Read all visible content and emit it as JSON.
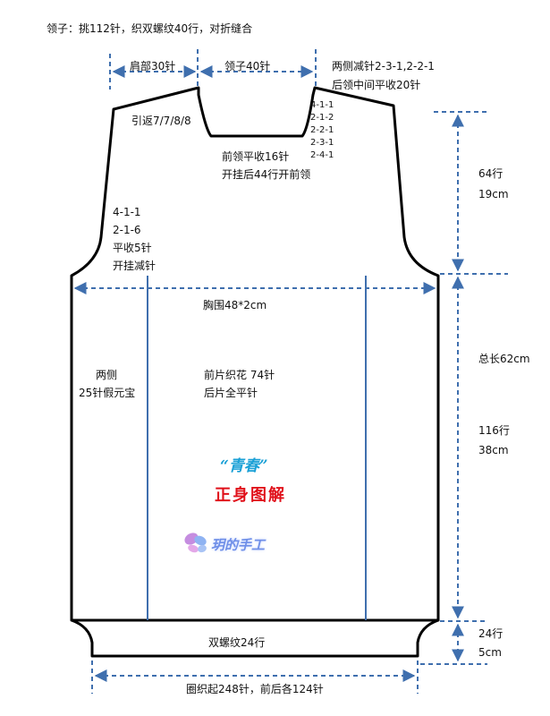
{
  "collar_note": "领子：挑112针，织双螺纹40行，对折缝合",
  "shoulder": "肩部30针",
  "neck_width": "领子40针",
  "side_decrease": "两侧减针2-3-1,2-2-1",
  "back_neck": "后领中间平收20针",
  "short_rows": "引返7/7/8/8",
  "neck_steps": [
    "4-1-1",
    "2-1-2",
    "2-2-1",
    "2-3-1",
    "2-4-1"
  ],
  "front_neck_1": "前领平收16针",
  "front_neck_2": "开挂后44行开前领",
  "armhole_steps": [
    "4-1-1",
    "2-1-6",
    "平收5针",
    "开挂减针"
  ],
  "upper_rows": "64行",
  "upper_cm": "19cm",
  "chest": "胸围48*2cm",
  "total_length": "总长62cm",
  "sides_1": "两侧",
  "sides_2": "25针假元宝",
  "front_1": "前片织花 74针",
  "front_2": "后片全平针",
  "lower_rows": "116行",
  "lower_cm": "38cm",
  "title_quote": "“青春”",
  "title_main": "正身图解",
  "watermark": "玥的手工",
  "rib_label": "双螺纹24行",
  "rib_rows": "24行",
  "rib_cm": "5cm",
  "cast_on": "圈织起248针，前后各124针",
  "colors": {
    "outline": "#000000",
    "guide": "#3f6fae",
    "title_blue": "#1aa0d6",
    "title_red": "#e0101a"
  }
}
